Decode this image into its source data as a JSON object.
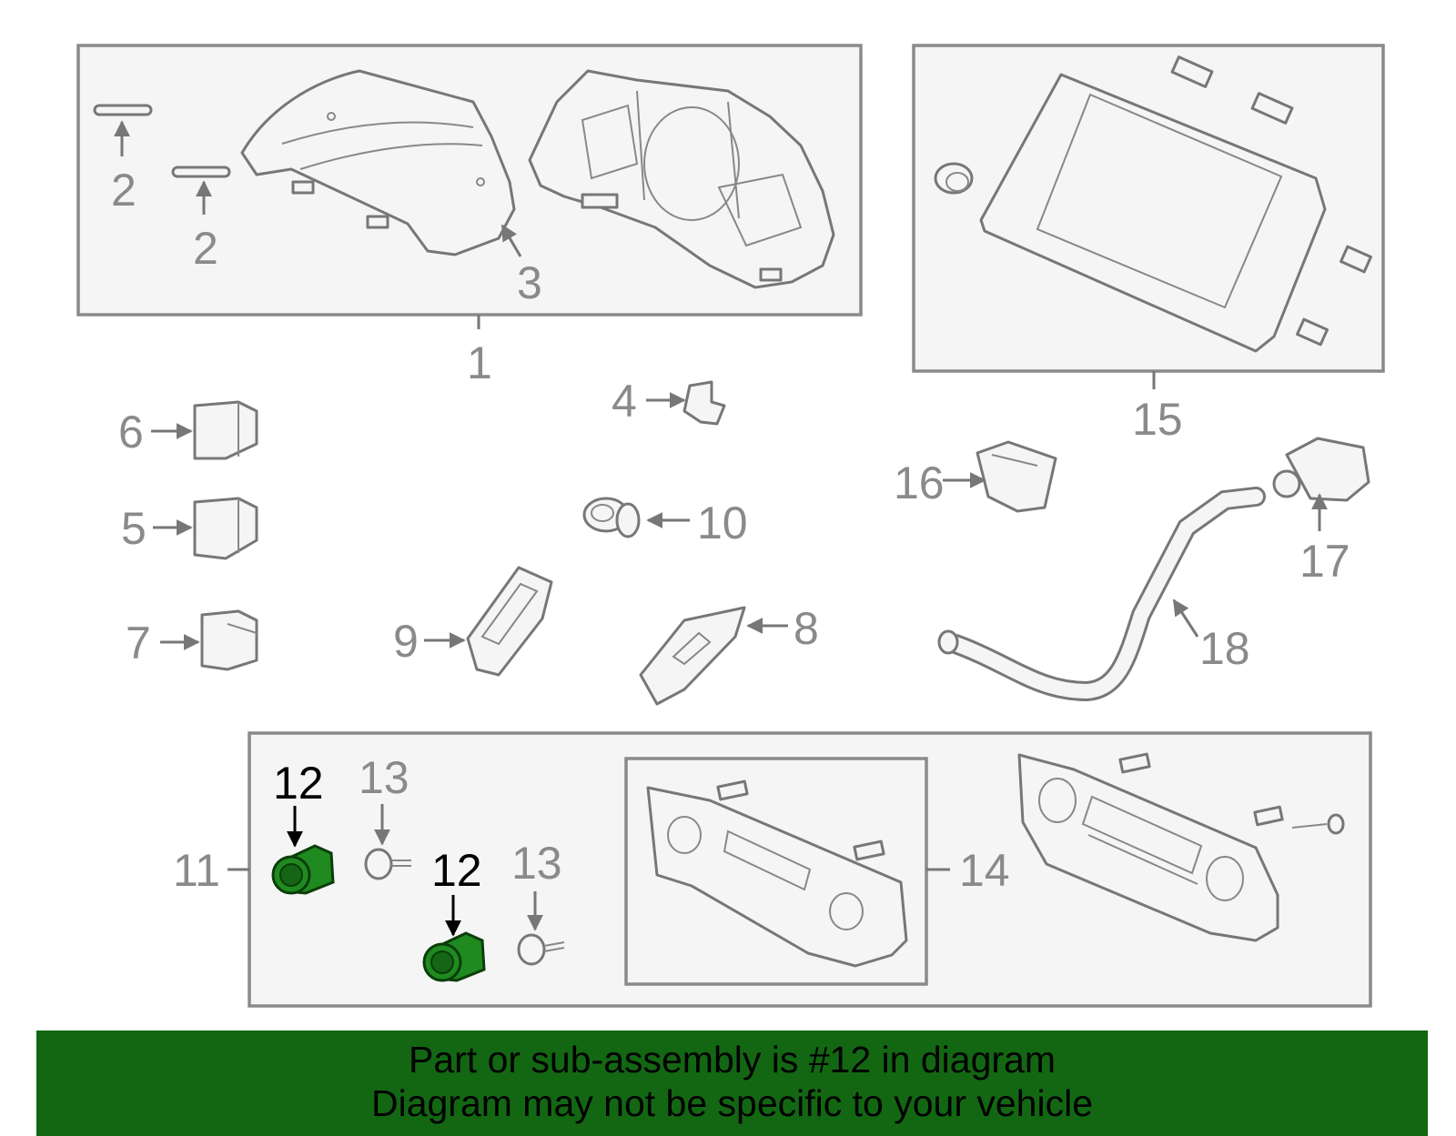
{
  "diagram": {
    "callouts": {
      "c1": "1",
      "c2a": "2",
      "c2b": "2",
      "c3": "3",
      "c4": "4",
      "c5": "5",
      "c6": "6",
      "c7": "7",
      "c8": "8",
      "c9": "9",
      "c10": "10",
      "c11": "11",
      "c12a": "12",
      "c12b": "12",
      "c13a": "13",
      "c13b": "13",
      "c14": "14",
      "c15": "15",
      "c16": "16",
      "c17": "17",
      "c18": "18"
    },
    "highlight_color": "#1f8a1f",
    "highlighted_part": "12"
  },
  "banner": {
    "line1": "Part or sub-assembly is #12 in diagram",
    "line2": "Diagram may not be specific to your vehicle",
    "background": "#136713"
  }
}
